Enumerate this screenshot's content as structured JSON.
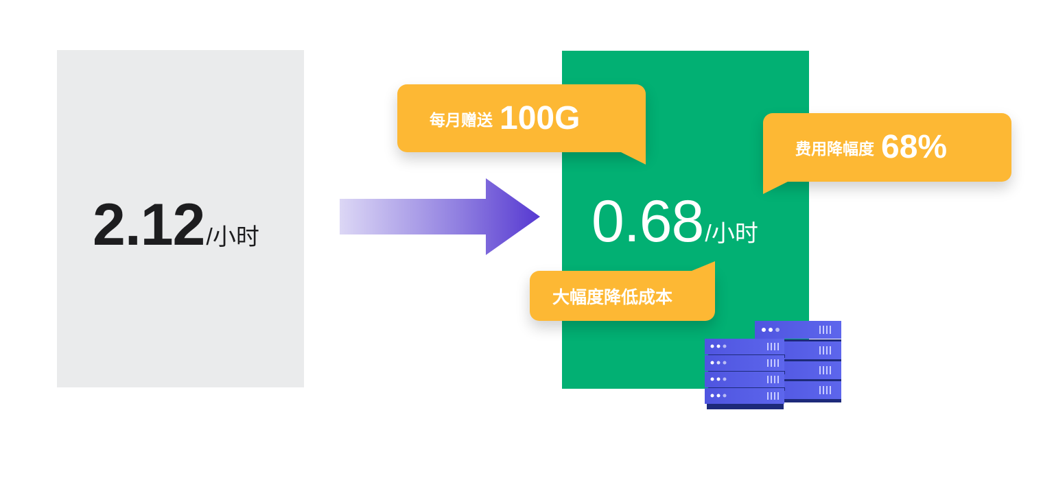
{
  "before": {
    "price": "2.12",
    "unit": "/小时",
    "panel_color": "#eaebec"
  },
  "after": {
    "price": "0.68",
    "unit": "/小时",
    "panel_color": "#02b073"
  },
  "arrow": {
    "icon": "arrow-right-icon",
    "gradient_start": "#dcd7f5",
    "gradient_end": "#5639d1"
  },
  "bubbles": {
    "gift": {
      "label": "每月赠送",
      "value": "100G"
    },
    "rate": {
      "label": "费用降幅度",
      "value": "68%"
    },
    "cost": {
      "label": "大幅度降低成本"
    },
    "color": "#fdb834"
  },
  "illustration": {
    "icon": "server-rack-icon",
    "color": "#5057e6"
  }
}
